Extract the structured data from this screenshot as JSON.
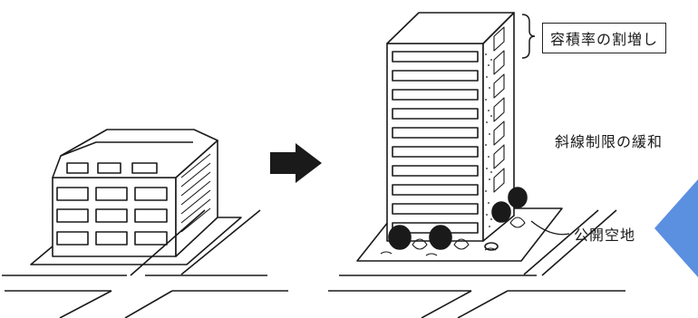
{
  "labels": {
    "far_increase": "容積率の割増し",
    "slant_relax": "斜線制限の緩和",
    "open_space": "公開空地"
  },
  "colors": {
    "ink": "#1a1a1a",
    "accent": "#5b8fe0"
  },
  "icons": {
    "arrow": "right-arrow-icon",
    "brace": "right-brace-icon"
  }
}
